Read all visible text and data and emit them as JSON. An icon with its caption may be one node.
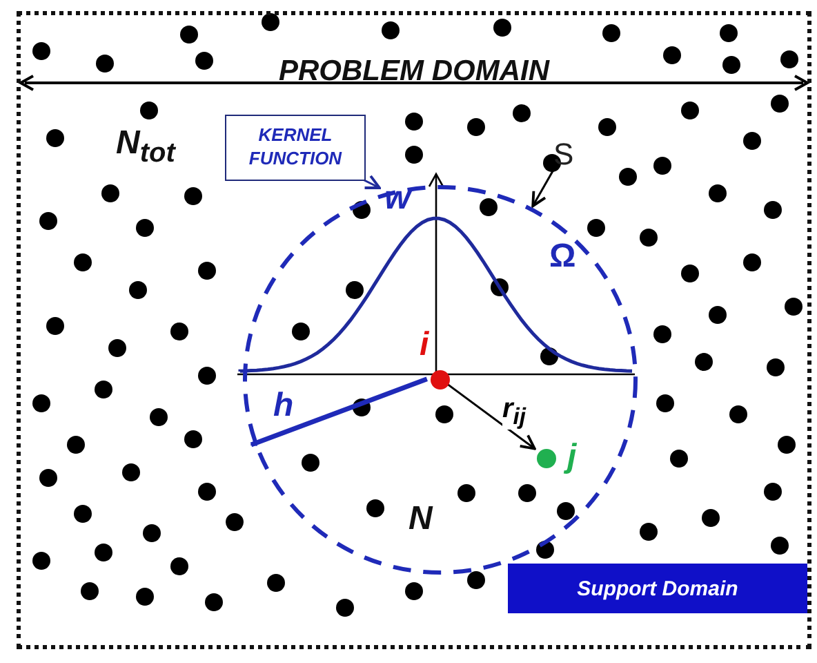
{
  "diagram": {
    "nodes": [
      {
        "text": [
          "PROBLEM DOMAIN"
        ]
      },
      {
        "text": [
          "Ω"
        ],
        "in": 0
      },
      {
        "text": [
          "KERNEL FUNCTION"
        ],
        "in": 0
      },
      {
        "text": [
          "w"
        ],
        "in": 1
      },
      {
        "text": [
          "S"
        ],
        "in": 0
      },
      {
        "text": [],
        "shape": "circle",
        "beside": [
          "i"
        ],
        "in": 1
      },
      {
        "text": [],
        "shape": "circle",
        "beside": [
          "j"
        ],
        "in": 1
      },
      {
        "text": [
          "Support Domain"
        ],
        "in": 0
      }
    ],
    "edges": [
      {
        "from": 2,
        "to": 3,
        "arrow": "to",
        "color": "#1f2a9c"
      },
      {
        "from": 4,
        "to": 1,
        "arrow": "to"
      },
      {
        "from": 5,
        "to": null,
        "arrow": "to",
        "label": "h",
        "style": "thick",
        "color": "#1f2ab8"
      },
      {
        "from": 5,
        "to": 6,
        "arrow": "to",
        "label": "r$_{ij}$"
      }
    ],
    "labels": [
      "N$_{tot}$",
      "N"
    ]
  }
}
